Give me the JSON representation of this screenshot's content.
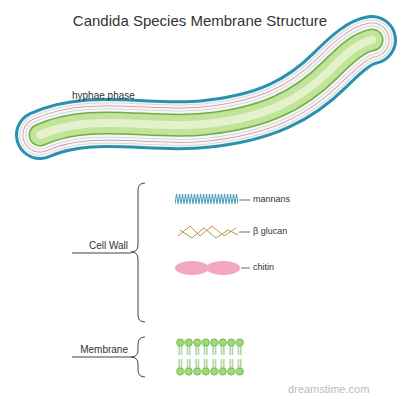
{
  "diagram": {
    "title": "Candida Species Membrane Structure",
    "labels": [
      "hyphae phase",
      "mannans",
      "β glucan",
      "chitin",
      "Cell Wall",
      "Membrane",
      "dreamstime.com"
    ]
  }
}
